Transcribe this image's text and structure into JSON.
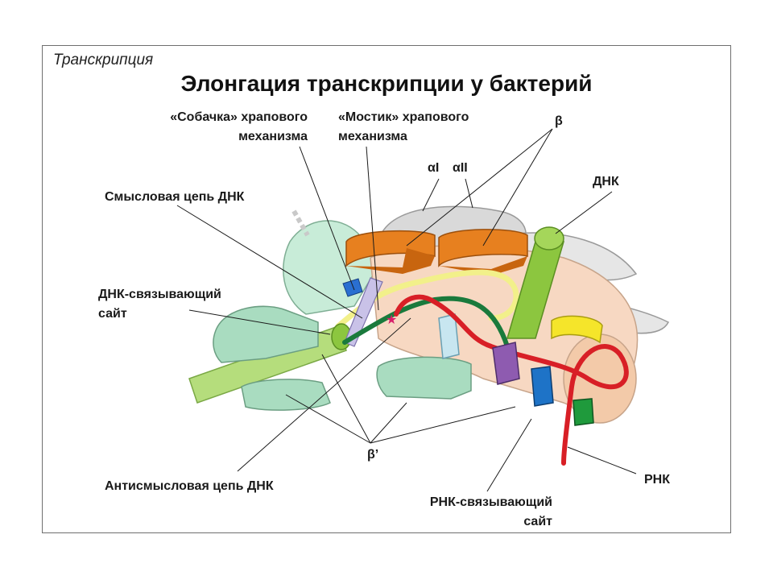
{
  "section": "Транскрипция",
  "title": "Элонгация транскрипции у бактерий",
  "labels": {
    "pawl_1": "«Собачка» храпового",
    "pawl_2": "механизма",
    "bridge_1": "«Мостик» храпового",
    "bridge_2": "механизма",
    "beta": "β",
    "alpha1": "αI",
    "alpha2": "αII",
    "dna": "ДНК",
    "sense": "Смысловая цепь ДНК",
    "dna_site_1": "ДНК-связывающий",
    "dna_site_2": "сайт",
    "beta_prime": "β’",
    "antisense": "Антисмысловая цепь ДНК",
    "rna_site_1": "РНК-связывающий",
    "rna_site_2": "сайт",
    "rna": "РНК"
  },
  "colors": {
    "beta_orange": "#e7801f",
    "beta_prime_green": "#a9dcc0",
    "dna_green": "#8cc63f",
    "rna_red": "#d81f26",
    "template_green": "#1a7a3c",
    "sense_yellow": "#f2f08a",
    "core_peach": "#f7d8c2",
    "alpha_gray": "#d9d9d9"
  }
}
